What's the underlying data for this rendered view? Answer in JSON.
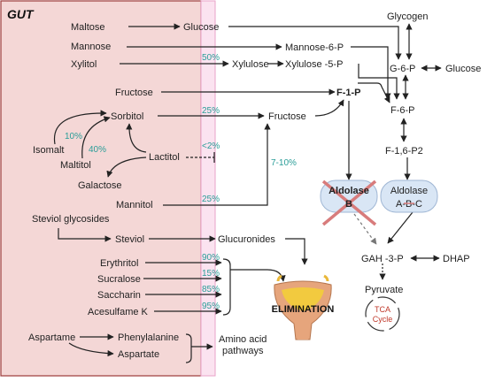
{
  "title": "GUT",
  "nodes": {
    "maltose": "Maltose",
    "glucose_top": "Glucose",
    "glycogen": "Glycogen",
    "mannose": "Mannose",
    "mannose6p": "Mannose-6-P",
    "xylitol": "Xylitol",
    "xylulose": "Xylulose",
    "xylulose5p": "Xylulose -5-P",
    "g6p": "G-6-P",
    "glucose_right": "Glucose",
    "fructose_left": "Fructose",
    "f1p": "F-1-P",
    "f6p": "F-6-P",
    "sorbitol": "Sorbitol",
    "fructose_mid": "Fructose",
    "isomalt": "Isomalt",
    "maltitol": "Maltitol",
    "lactitol": "Lactitol",
    "galactose": "Galactose",
    "f16p2": "F-1,6-P2",
    "mannitol": "Mannitol",
    "aldolase_b": "Aldolase",
    "aldolase_b_letter": "B",
    "aldolase_abc": "Aldolase",
    "aldolase_abc_letters": "A-B-C",
    "steviol_glycosides": "Steviol glycosides",
    "steviol": "Steviol",
    "glucuronides": "Glucuronides",
    "gah3p": "GAH -3-P",
    "dhap": "DHAP",
    "erythritol": "Erythritol",
    "sucralose": "Sucralose",
    "saccharin": "Saccharin",
    "acesulfame": "Acesulfame K",
    "pyruvate": "Pyruvate",
    "tca": "TCA",
    "cycle": "Cycle",
    "elimination": "ELIMINATION",
    "aspartame": "Aspartame",
    "phenylalanine": "Phenylalanine",
    "aspartate": "Aspartate",
    "amino_acid_1": "Amino acid",
    "amino_acid_2": "pathways"
  },
  "percentages": {
    "xylitol": "50%",
    "sorbitol": "25%",
    "isomalt": "10%",
    "maltitol": "40%",
    "lactitol": "<2%",
    "mannitol_fructose": "7-10%",
    "mannitol": "25%",
    "erythritol": "90%",
    "sucralose": "15%",
    "saccharin": "85%",
    "acesulfame": "95%"
  },
  "colors": {
    "gut_fill": "#f4d7d6",
    "gut_border": "#9c3b3b",
    "membrane_fill": "#fbe3f0",
    "membrane_border": "#e9a3c9",
    "percent_text": "#2a9d98",
    "aldolase_fill": "#d9e6f5",
    "cross": "#d87c7c",
    "tca": "#c0392b"
  }
}
